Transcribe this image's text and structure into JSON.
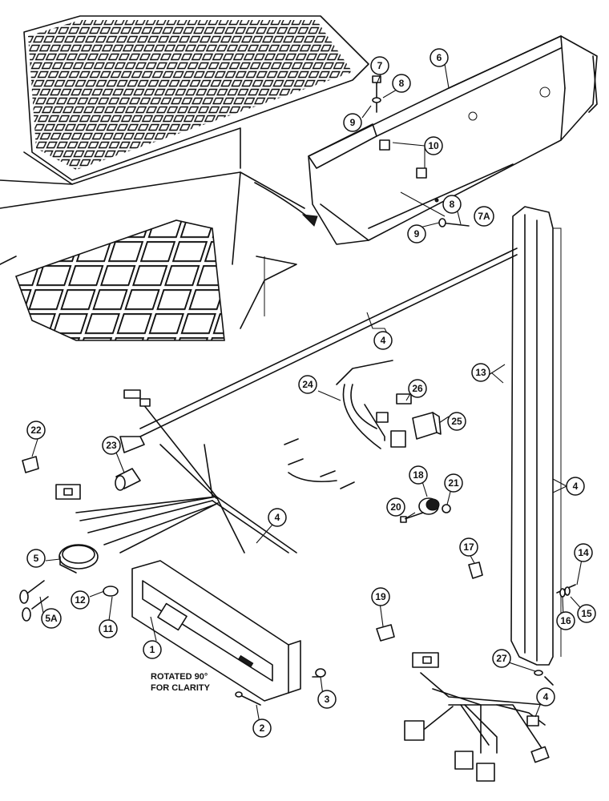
{
  "figure": {
    "note_line1": "ROTATED 90°",
    "note_line2": "FOR CLARITY"
  },
  "callouts": {
    "c1": "1",
    "c2": "2",
    "c3": "3",
    "c4a": "4",
    "c4b": "4",
    "c4c": "4",
    "c4d": "4",
    "c5": "5",
    "c5a": "5A",
    "c6": "6",
    "c7": "7",
    "c7a": "7A",
    "c8a": "8",
    "c8b": "8",
    "c9a": "9",
    "c9b": "9",
    "c10": "10",
    "c11": "11",
    "c12": "12",
    "c13": "13",
    "c14": "14",
    "c15": "15",
    "c16": "16",
    "c17": "17",
    "c18": "18",
    "c19": "19",
    "c20": "20",
    "c21": "21",
    "c22": "22",
    "c23": "23",
    "c24": "24",
    "c25": "25",
    "c26": "26",
    "c27": "27"
  }
}
